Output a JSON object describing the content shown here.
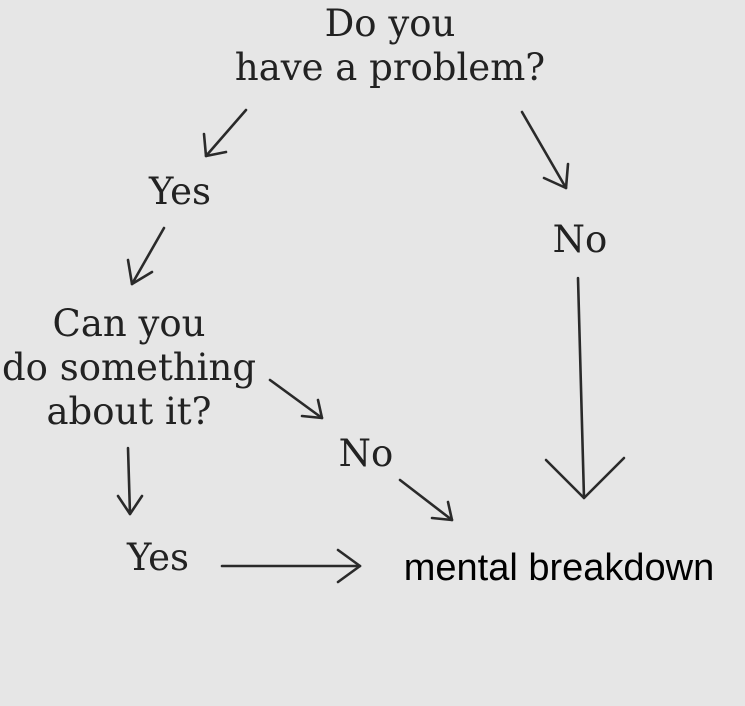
{
  "flowchart": {
    "question1": {
      "line1": "Do you",
      "line2": "have a problem?"
    },
    "yes1": "Yes",
    "no1": "No",
    "question2": {
      "line1": "Can you",
      "line2": "do something",
      "line3": "about it?"
    },
    "no2": "No",
    "yes2": "Yes",
    "outcome": "mental breakdown"
  }
}
